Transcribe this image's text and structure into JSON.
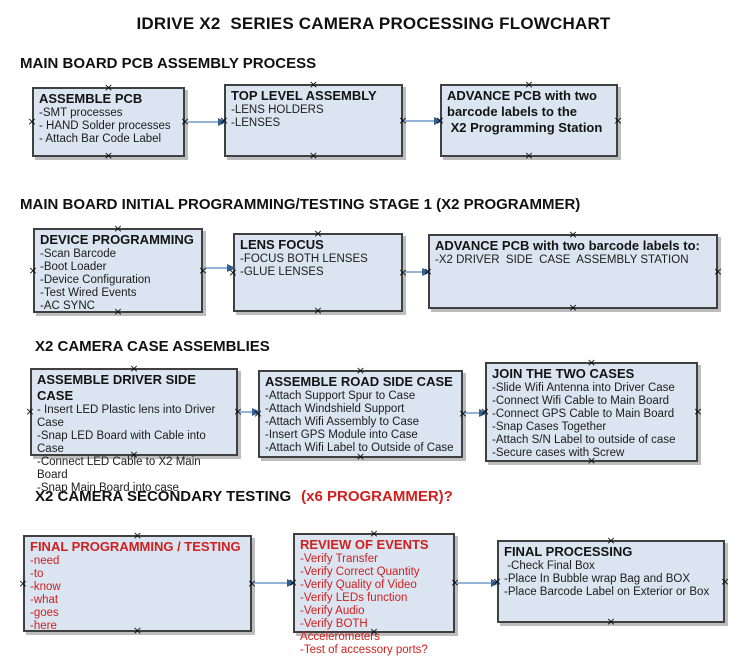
{
  "title": "IDRIVE X2  SERIES CAMERA PROCESSING FLOWCHART",
  "colors": {
    "box_fill": "#dbe5f1",
    "box_border": "#404040",
    "box_shadow": "#bdbdbd",
    "arrow_line": "#95b3d7",
    "arrow_head": "#365f91",
    "red_text": "#cf2020",
    "black_text": "#111111",
    "background": "#ffffff"
  },
  "icons": {
    "glue_point_glyph": "×",
    "arrowhead": "right-triangle"
  },
  "sections": [
    {
      "heading": "MAIN BOARD PCB ASSEMBLY PROCESS",
      "boxes": [
        {
          "title": "ASSEMBLE PCB",
          "items": [
            "-SMT processes",
            "- HAND Solder processes",
            "- Attach Bar Code Label"
          ]
        },
        {
          "title": "TOP LEVEL ASSEMBLY",
          "items": [
            "-LENS HOLDERS",
            "-LENSES"
          ]
        },
        {
          "title": "ADVANCE PCB with two barcode labels to the\n X2 Programming Station",
          "items": []
        }
      ]
    },
    {
      "heading": "MAIN BOARD INITIAL PROGRAMMING/TESTING STAGE 1 (X2 PROGRAMMER)",
      "boxes": [
        {
          "title": "DEVICE PROGRAMMING",
          "items": [
            "-Scan Barcode",
            "-Boot Loader",
            "-Device Configuration",
            "-Test Wired Events",
            "-AC SYNC"
          ]
        },
        {
          "title": "LENS FOCUS",
          "items": [
            "-FOCUS BOTH LENSES",
            "-GLUE LENSES"
          ]
        },
        {
          "title": "ADVANCE PCB with two barcode labels to:",
          "items": [
            "-X2 DRIVER  SIDE  CASE  ASSEMBLY STATION"
          ]
        }
      ]
    },
    {
      "heading": "X2 CAMERA CASE ASSEMBLIES",
      "boxes": [
        {
          "title": "ASSEMBLE DRIVER SIDE CASE",
          "items": [
            "- Insert LED Plastic lens into Driver Case",
            "-Snap LED Board with Cable into Case",
            "-Connect LED Cable to X2 Main Board",
            "-Snap Main Board into case"
          ]
        },
        {
          "title": "ASSEMBLE ROAD SIDE CASE",
          "items": [
            "-Attach Support Spur to Case",
            "-Attach Windshield Support",
            "-Attach Wifi Assembly to Case",
            "-Insert GPS Module into Case",
            "-Attach Wifi Label to Outside of Case"
          ]
        },
        {
          "title": "JOIN THE TWO CASES",
          "items": [
            "-Slide Wifi Antenna into Driver Case",
            "-Connect Wifi Cable to Main Board",
            "-Connect GPS Cable to Main Board",
            "-Snap Cases Together",
            "-Attach S/N Label to outside of case",
            "-Secure cases with Screw"
          ]
        }
      ]
    },
    {
      "heading": "X2 CAMERA SECONDARY TESTING",
      "heading_red": "(x6 PROGRAMMER)?",
      "boxes": [
        {
          "title": "FINAL PROGRAMMING / TESTING",
          "red": true,
          "items": [
            "-need",
            "-to",
            "-know",
            "-what",
            "-goes",
            "-here"
          ]
        },
        {
          "title": "REVIEW OF EVENTS",
          "red": true,
          "items": [
            "-Verify Transfer",
            "-Verify Correct Quantity",
            "-Verify Quality of Video",
            "-Verify LEDs function",
            "-Verify Audio",
            "-Verify BOTH Accelerometers",
            "-Test of accessory ports?"
          ]
        },
        {
          "title": "FINAL PROCESSING",
          "red": false,
          "items": [
            " -Check Final Box",
            "-Place In Bubble wrap Bag and BOX",
            "-Place Barcode Label on Exterior or Box"
          ]
        }
      ]
    }
  ]
}
